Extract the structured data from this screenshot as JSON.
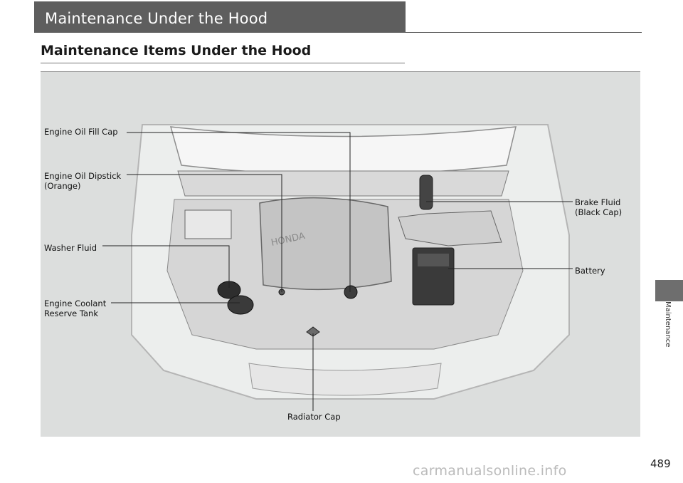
{
  "header": {
    "title": "Maintenance Under the Hood"
  },
  "section": {
    "title": "Maintenance Items Under the Hood"
  },
  "callouts": {
    "oil_fill_cap": "Engine Oil Fill Cap",
    "oil_dipstick": "Engine Oil Dipstick\n(Orange)",
    "washer_fluid": "Washer Fluid",
    "coolant_tank": "Engine Coolant\nReserve Tank",
    "brake_fluid": "Brake Fluid\n(Black Cap)",
    "battery": "Battery",
    "radiator_cap": "Radiator Cap"
  },
  "side_tab": {
    "label": "Maintenance"
  },
  "page_number": "489",
  "watermark": "carmanualsonline.info"
}
